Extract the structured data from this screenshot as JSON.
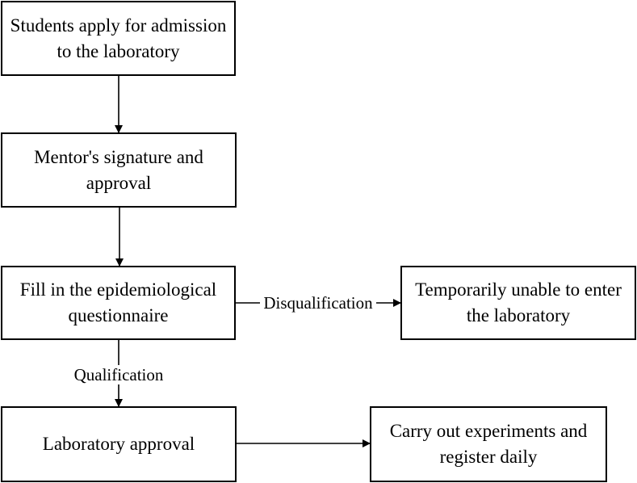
{
  "nodes": {
    "apply": "Students apply for admission to the laboratory",
    "mentor": "Mentor's signature and approval",
    "questionnaire": "Fill in the epidemiological questionnaire",
    "unable": "Temporarily unable to enter the laboratory",
    "lab_approval": "Laboratory approval",
    "experiments": "Carry out experiments and register daily"
  },
  "edges": {
    "disqualification": "Disqualification",
    "qualification": "Qualification"
  },
  "colors": {
    "line": "#000000",
    "background": "#ffffff"
  }
}
